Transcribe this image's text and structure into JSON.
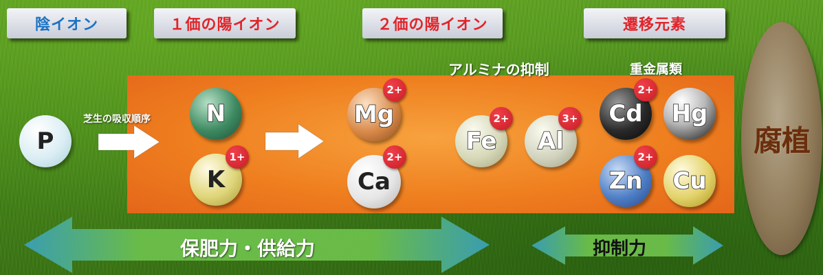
{
  "headers": {
    "anion": "陰イオン",
    "mono_cation": "１価の陽イオン",
    "di_cation": "２価の陽イオン",
    "transition": "遷移元素"
  },
  "colors": {
    "header_blue_text": "#1a72c4",
    "header_red_text": "#e0242a",
    "band_orange": "#ef7f1f",
    "charge_red": "#d42029",
    "arrow_teal": "#3aa0b8",
    "arrow_green": "#6cbf4a",
    "humus_brown": "#8f7a58",
    "humus_text": "#6b2e0c"
  },
  "labels": {
    "absorption_order": "芝生の吸収順序",
    "alumina_suppression": "アルミナの抑制",
    "heavy_metals": "重金属類",
    "retention": "保肥力・供給力",
    "suppression": "抑制力",
    "humus": "腐植"
  },
  "elements": [
    {
      "symbol": "P",
      "charge": ""
    },
    {
      "symbol": "N",
      "charge": ""
    },
    {
      "symbol": "K",
      "charge": "1+"
    },
    {
      "symbol": "Mg",
      "charge": "2+"
    },
    {
      "symbol": "Ca",
      "charge": "2+"
    },
    {
      "symbol": "Fe",
      "charge": "2+"
    },
    {
      "symbol": "Al",
      "charge": "3+"
    },
    {
      "symbol": "Cd",
      "charge": "2+"
    },
    {
      "symbol": "Hg",
      "charge": ""
    },
    {
      "symbol": "Zn",
      "charge": "2+"
    },
    {
      "symbol": "Cu",
      "charge": ""
    }
  ]
}
